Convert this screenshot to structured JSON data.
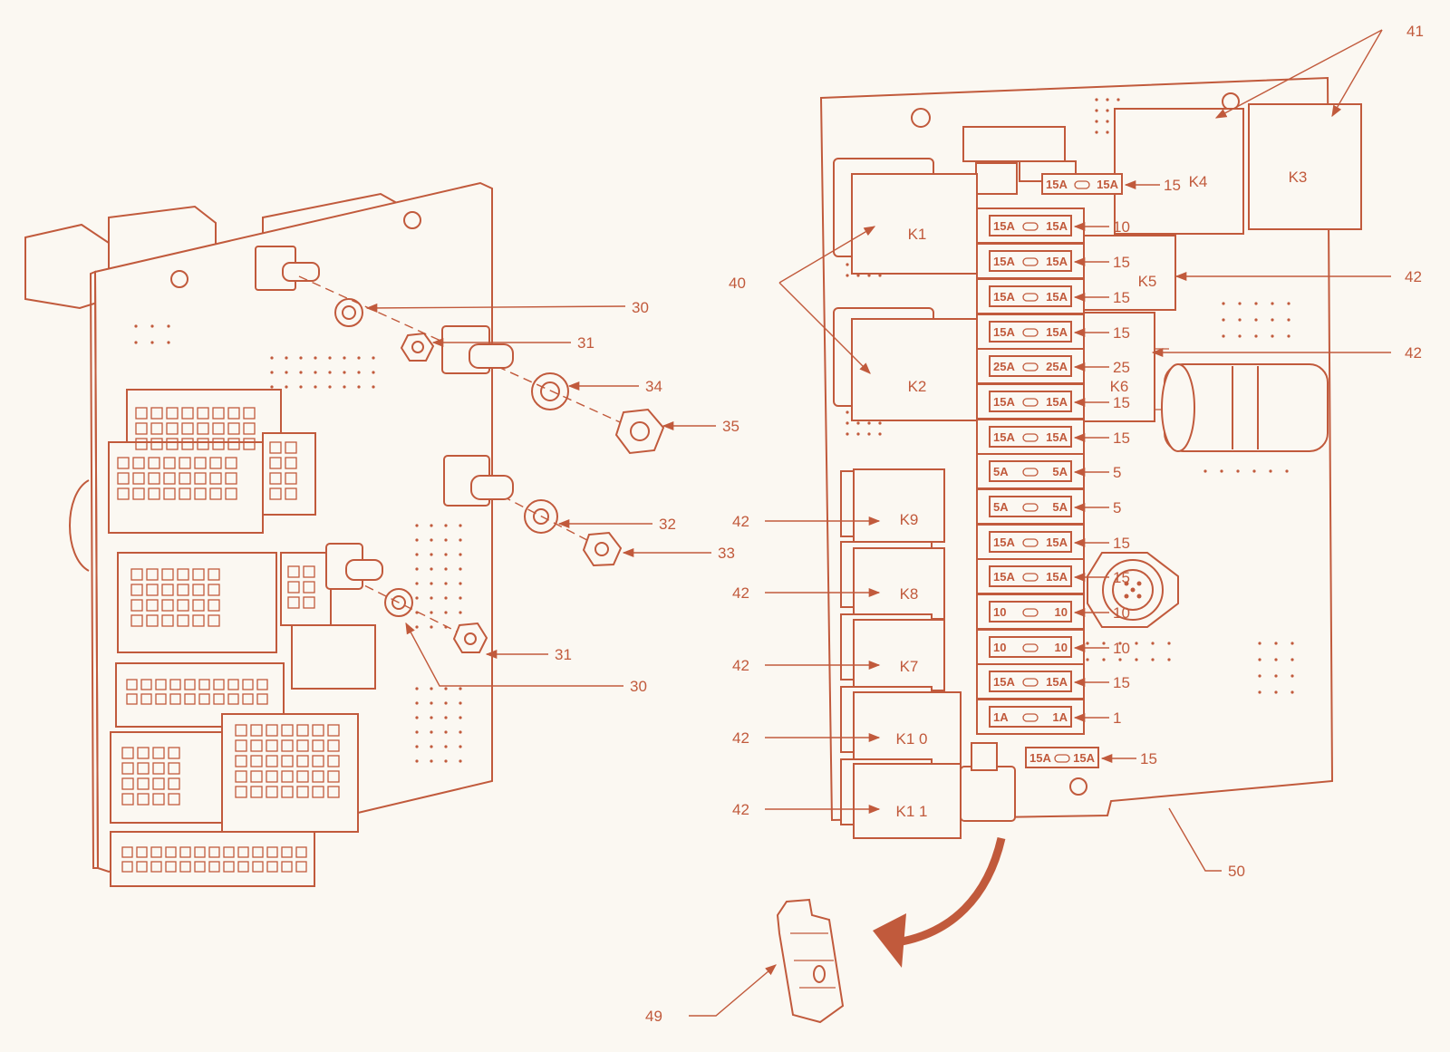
{
  "colors": {
    "line": "#c15a3c",
    "background": "#fbf8f2"
  },
  "callouts": {
    "c30a": "30",
    "c31a": "31",
    "c34": "34",
    "c35": "35",
    "c32": "32",
    "c33": "33",
    "c31b": "31",
    "c30b": "30",
    "c40": "40",
    "c41": "41",
    "c42a": "42",
    "c42b": "42",
    "c42c": "42",
    "c42d": "42",
    "c42e": "42",
    "c42f": "42",
    "c42g": "42",
    "c49": "49",
    "c50": "50"
  },
  "relays": {
    "k1": "K1",
    "k2": "K2",
    "k3": "K3",
    "k4": "K4",
    "k5": "K5",
    "k6": "K6",
    "k7": "K7",
    "k8": "K8",
    "k9": "K9",
    "k10": "K1  0",
    "k11": "K1  1"
  },
  "fuses": [
    {
      "left": "15A",
      "right": "15A",
      "callout": "15"
    },
    {
      "left": "15A",
      "right": "15A",
      "callout": "10"
    },
    {
      "left": "15A",
      "right": "15A",
      "callout": "15"
    },
    {
      "left": "15A",
      "right": "15A",
      "callout": "15"
    },
    {
      "left": "15A",
      "right": "15A",
      "callout": "15"
    },
    {
      "left": "25A",
      "right": "25A",
      "callout": "25"
    },
    {
      "left": "15A",
      "right": "15A",
      "callout": "15"
    },
    {
      "left": "15A",
      "right": "15A",
      "callout": "15"
    },
    {
      "left": "5A",
      "right": "5A",
      "callout": "5"
    },
    {
      "left": "5A",
      "right": "5A",
      "callout": "5"
    },
    {
      "left": "15A",
      "right": "15A",
      "callout": "15"
    },
    {
      "left": "15A",
      "right": "15A",
      "callout": "15"
    },
    {
      "left": "10",
      "right": "10",
      "callout": "10"
    },
    {
      "left": "10",
      "right": "10",
      "callout": "10"
    },
    {
      "left": "15A",
      "right": "15A",
      "callout": "15"
    },
    {
      "left": "1A",
      "right": "1A",
      "callout": "1"
    },
    {
      "left": "15A",
      "right": "15A",
      "callout": "15"
    }
  ]
}
